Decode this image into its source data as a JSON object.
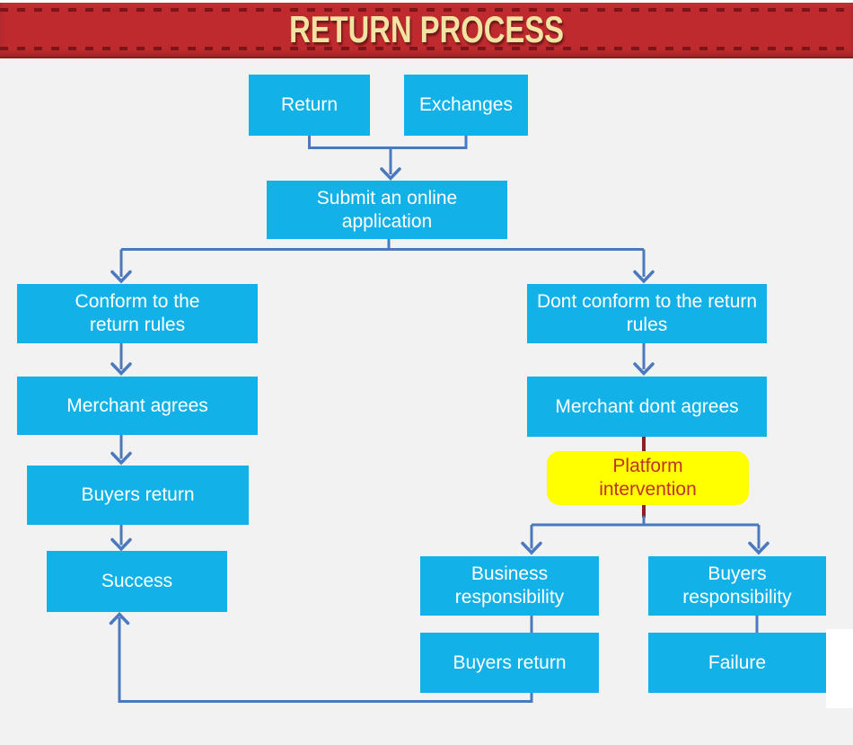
{
  "header": {
    "title": "RETURN PROCESS"
  },
  "colors": {
    "banner_red": "#BE2A2E",
    "banner_dash": "#7C151A",
    "title_text": "#F2E3A3",
    "node_fill": "#12B2E8",
    "node_text": "#FFFFFF",
    "connector_blue": "#4A79BE",
    "connector_maroon": "#8E2023",
    "highlight_fill": "#FFFF00",
    "highlight_text": "#BF3327",
    "background": "#F2F2F3"
  },
  "nodes": {
    "return": {
      "label": "Return"
    },
    "exchanges": {
      "label": "Exchanges"
    },
    "submit": {
      "label": "Submit an online application"
    },
    "conform": {
      "label": "Conform to the return rules"
    },
    "dont_conform": {
      "label": "Dont conform to the return rules"
    },
    "merchant_agrees": {
      "label": "Merchant agrees"
    },
    "merchant_dont_agrees": {
      "label": "Merchant dont agrees"
    },
    "platform_intervention": {
      "label": "Platform intervention"
    },
    "buyers_return_left": {
      "label": "Buyers return"
    },
    "success": {
      "label": "Success"
    },
    "business_responsibility": {
      "label": "Business responsibility"
    },
    "buyers_responsibility": {
      "label": "Buyers responsibility"
    },
    "buyers_return_right": {
      "label": "Buyers return"
    },
    "failure": {
      "label": "Failure"
    }
  },
  "edges": [
    {
      "from": "Return",
      "to": "Submit an online application"
    },
    {
      "from": "Exchanges",
      "to": "Submit an online application"
    },
    {
      "from": "Submit an online application",
      "to": "Conform to the return rules"
    },
    {
      "from": "Submit an online application",
      "to": "Dont conform to the return rules"
    },
    {
      "from": "Conform to the return rules",
      "to": "Merchant agrees"
    },
    {
      "from": "Merchant agrees",
      "to": "Buyers return"
    },
    {
      "from": "Buyers return",
      "to": "Success"
    },
    {
      "from": "Dont conform to the return rules",
      "to": "Merchant dont agrees"
    },
    {
      "from": "Merchant dont agrees",
      "to": "Platform intervention"
    },
    {
      "from": "Platform intervention",
      "to": "Business responsibility"
    },
    {
      "from": "Platform intervention",
      "to": "Buyers responsibility"
    },
    {
      "from": "Business responsibility",
      "to": "Buyers return"
    },
    {
      "from": "Buyers responsibility",
      "to": "Failure"
    },
    {
      "from": "Buyers return",
      "to": "Success"
    }
  ]
}
